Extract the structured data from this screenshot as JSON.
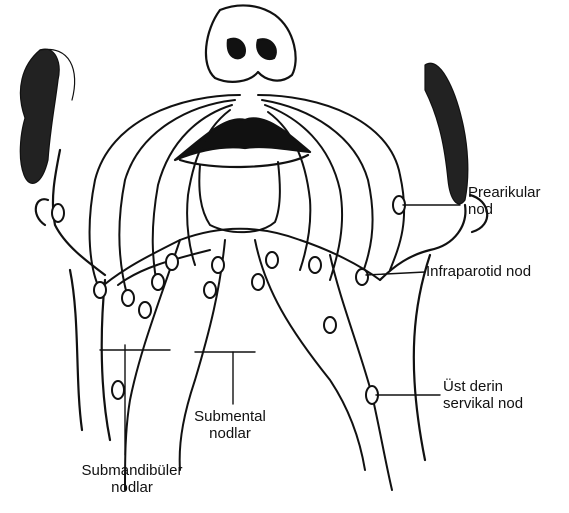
{
  "labels": {
    "preauricular": [
      "Prearikular",
      "nod"
    ],
    "infraparotid": [
      "Infraparotid nod"
    ],
    "deep_cervical": [
      "Üst derin",
      "servikal nod"
    ],
    "submental": [
      "Submental",
      "nodlar"
    ],
    "submandibular": [
      "Submandibüler",
      "nodlar"
    ]
  },
  "colors": {
    "ink": "#111111",
    "background": "#ffffff"
  }
}
